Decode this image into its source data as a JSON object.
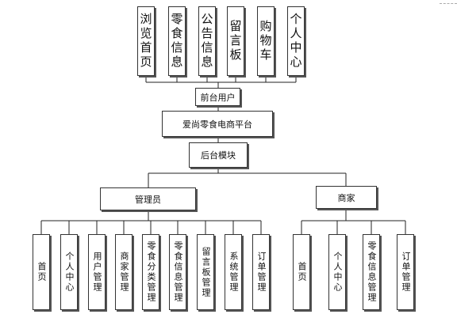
{
  "top_modules": [
    "浏览首页",
    "零食信息",
    "公告信息",
    "留言板",
    "购物车",
    "个人中心"
  ],
  "frontend_user": "前台用户",
  "platform": "爱尚零食电商平台",
  "backend": "后台模块",
  "admin": {
    "label": "管理员",
    "modules": [
      "首页",
      "个人中心",
      "用户管理",
      "商家管理",
      "零食分类管理",
      "零食信息管理",
      "留言板管理",
      "系统管理",
      "订单管理"
    ]
  },
  "merchant": {
    "label": "商家",
    "modules": [
      "首页",
      "个人中心",
      "零食信息管理",
      "订单管理"
    ]
  }
}
